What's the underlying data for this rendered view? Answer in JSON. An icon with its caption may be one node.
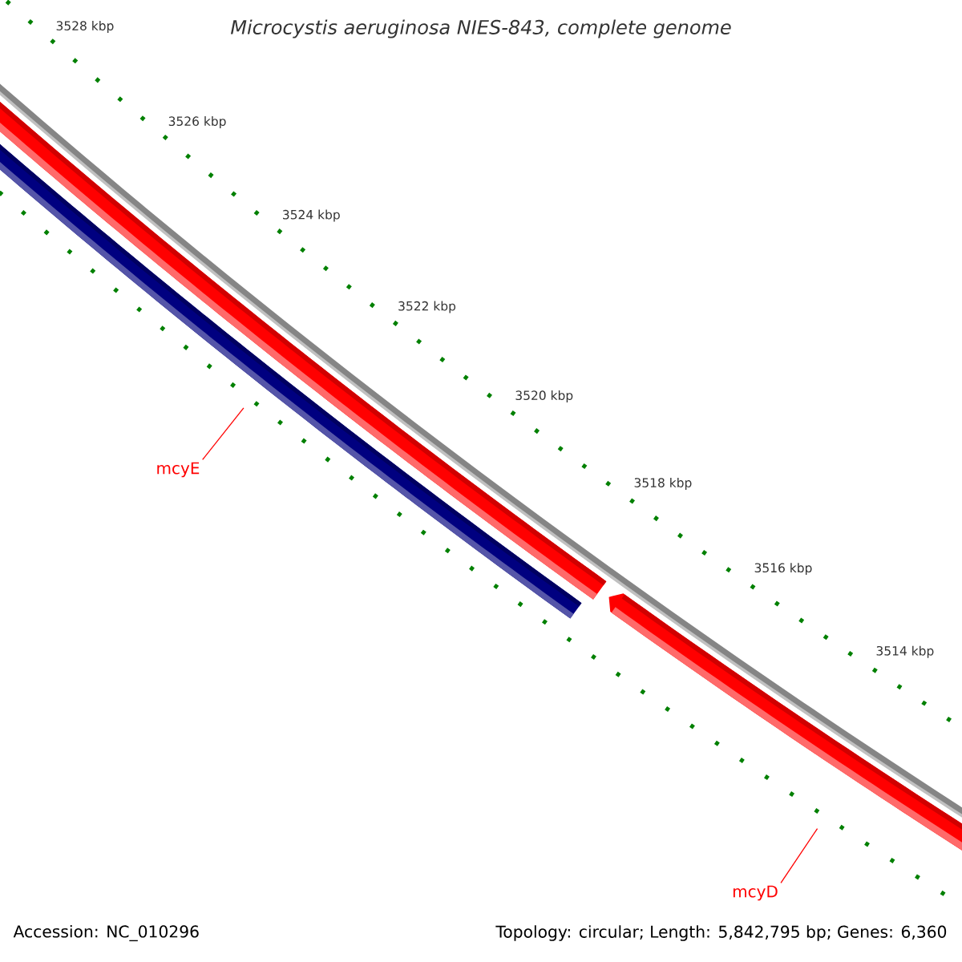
{
  "diagram": {
    "title": "Microcystis aeruginosa NIES-843, complete genome",
    "nodes": [
      {
        "text": [
          "mcyE"
        ]
      },
      {
        "text": [
          "mcyD"
        ]
      },
      {
        "text": [],
        "shape": "bar"
      },
      {
        "text": [],
        "shape": "bar"
      },
      {
        "text": [],
        "shape": "bar"
      }
    ],
    "edges": [
      {
        "from": 0,
        "to": 2,
        "arrow": "none"
      },
      {
        "from": 1,
        "to": 4,
        "arrow": "none"
      }
    ],
    "labels": [
      "3528 kbp",
      "3526 kbp",
      "3524 kbp",
      "3522 kbp",
      "3520 kbp",
      "3518 kbp",
      "3516 kbp",
      "3514 kbp",
      "Accession: NC_010296",
      "Topology: circular; Length: 5,842,795 bp; Genes: 6,360"
    ]
  }
}
